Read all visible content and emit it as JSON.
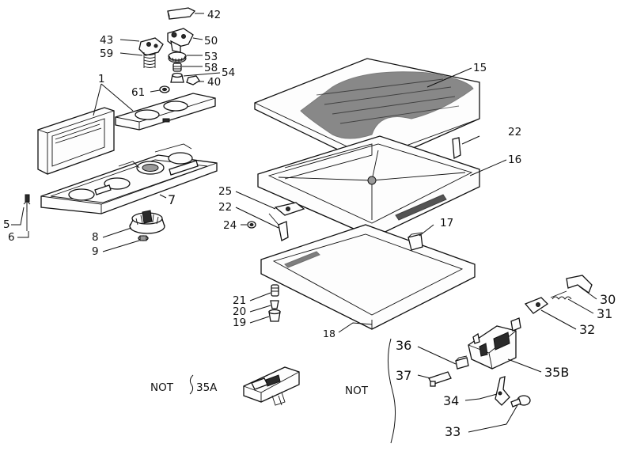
{
  "callouts": [
    {
      "id": "c42",
      "text": "42"
    },
    {
      "id": "c43",
      "text": "43"
    },
    {
      "id": "c50",
      "text": "50"
    },
    {
      "id": "c59",
      "text": "59"
    },
    {
      "id": "c53",
      "text": "53"
    },
    {
      "id": "c58",
      "text": "58"
    },
    {
      "id": "c54",
      "text": "54"
    },
    {
      "id": "c40",
      "text": "40"
    },
    {
      "id": "c1",
      "text": "1"
    },
    {
      "id": "c61",
      "text": "61"
    },
    {
      "id": "c15",
      "text": "15"
    },
    {
      "id": "c22a",
      "text": "22"
    },
    {
      "id": "c16",
      "text": "16"
    },
    {
      "id": "c7",
      "text": "7"
    },
    {
      "id": "c5",
      "text": "5"
    },
    {
      "id": "c6",
      "text": "6"
    },
    {
      "id": "c25",
      "text": "25"
    },
    {
      "id": "c22b",
      "text": "22"
    },
    {
      "id": "c24",
      "text": "24"
    },
    {
      "id": "c17",
      "text": "17"
    },
    {
      "id": "c8",
      "text": "8"
    },
    {
      "id": "c9",
      "text": "9"
    },
    {
      "id": "c21",
      "text": "21"
    },
    {
      "id": "c20",
      "text": "20"
    },
    {
      "id": "c19",
      "text": "19"
    },
    {
      "id": "c18",
      "text": "18"
    },
    {
      "id": "c30",
      "text": "30"
    },
    {
      "id": "c31",
      "text": "31"
    },
    {
      "id": "c32",
      "text": "32"
    },
    {
      "id": "c36",
      "text": "36"
    },
    {
      "id": "c35b",
      "text": "35B"
    },
    {
      "id": "c37",
      "text": "37"
    },
    {
      "id": "c34",
      "text": "34"
    },
    {
      "id": "c33",
      "text": "33"
    }
  ],
  "not_labels": {
    "left": "NOT",
    "left_part": "35A",
    "right": "NOT"
  }
}
